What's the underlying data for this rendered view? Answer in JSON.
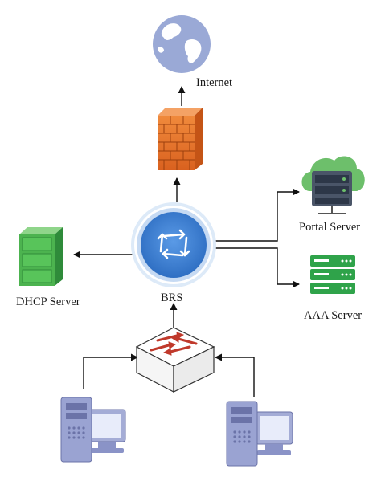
{
  "nodes": {
    "internet": {
      "label": "Internet",
      "icon": "globe-icon"
    },
    "firewall": {
      "label": "",
      "icon": "firewall-icon"
    },
    "brs": {
      "label": "BRS",
      "icon": "router-icon"
    },
    "dhcp_server": {
      "label": "DHCP Server",
      "icon": "server-rack-icon"
    },
    "portal_server": {
      "label": "Portal Server",
      "icon": "server-cloud-icon"
    },
    "aaa_server": {
      "label": "AAA Server",
      "icon": "server-rack-icon"
    },
    "switch": {
      "label": "",
      "icon": "switch-icon"
    },
    "pc_left": {
      "label": "",
      "icon": "desktop-computer-icon"
    },
    "pc_right": {
      "label": "",
      "icon": "desktop-computer-icon"
    }
  },
  "colors": {
    "globe": "#9aa9d6",
    "firewall": "#e8742a",
    "router": "#3a7fd4",
    "server_green": "#3fa34d",
    "computer": "#8a93c7",
    "line": "#111111"
  }
}
